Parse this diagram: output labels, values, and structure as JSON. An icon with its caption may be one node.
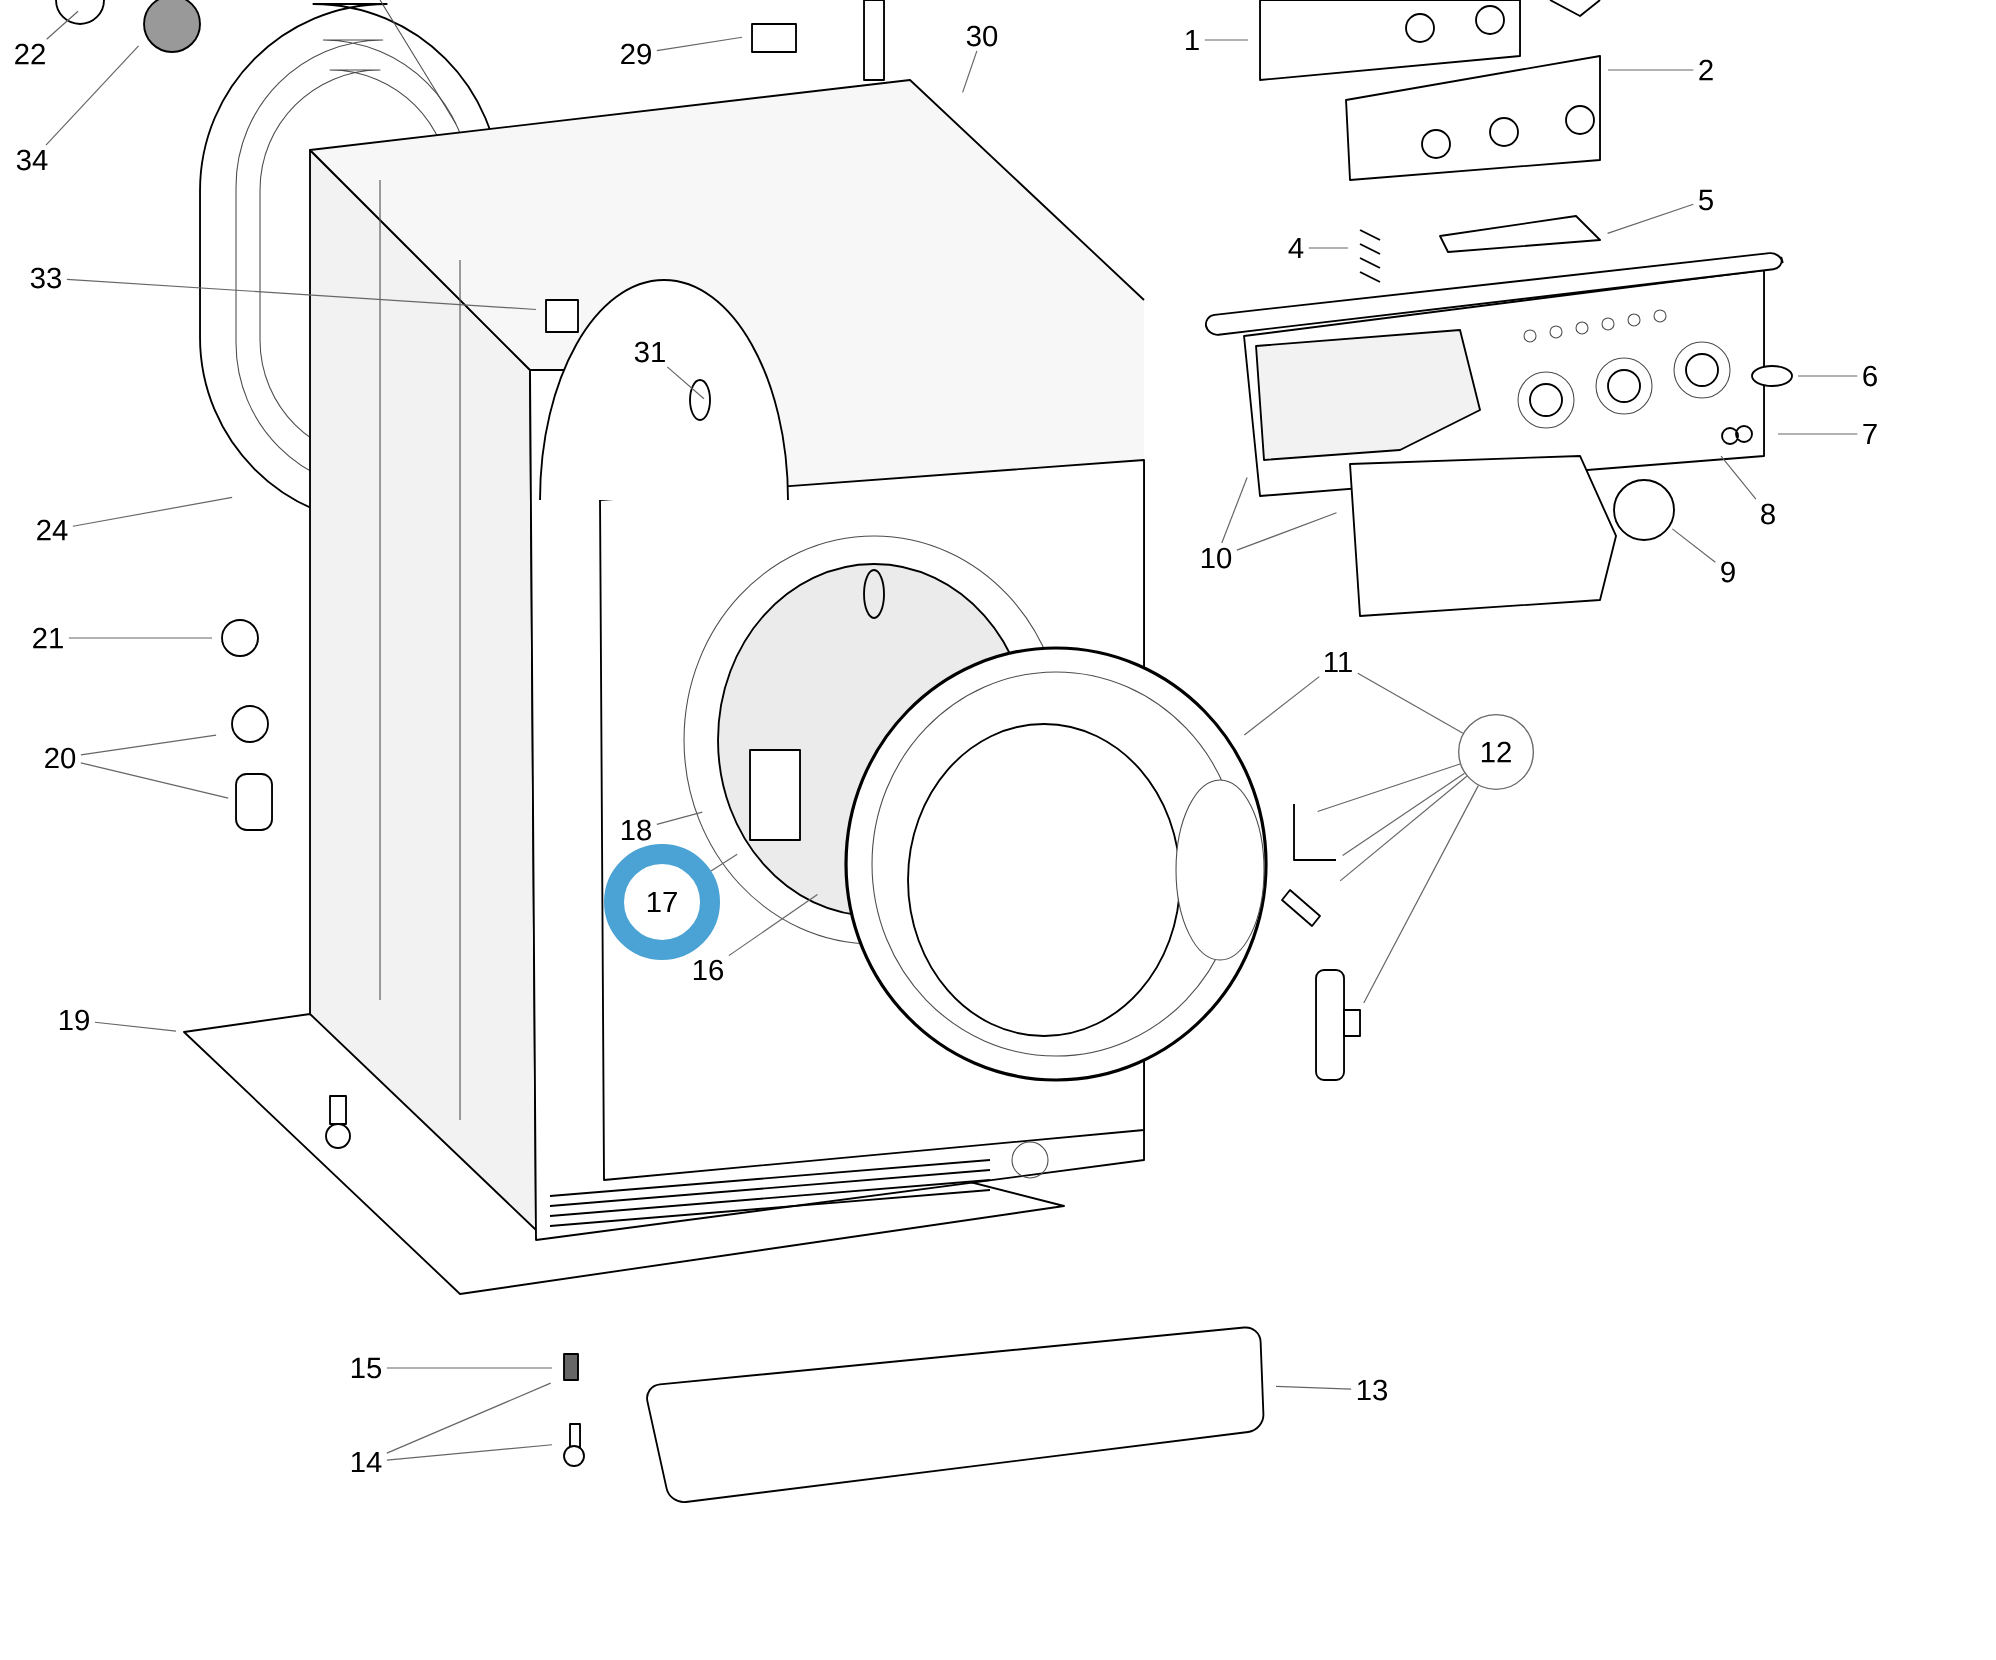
{
  "diagram": {
    "nodes": [
      {
        "text": [
          "22"
        ]
      },
      {
        "text": [
          "29"
        ]
      },
      {
        "text": [
          "30"
        ]
      },
      {
        "text": [
          "1"
        ]
      },
      {
        "text": [
          "2"
        ]
      },
      {
        "text": [
          "34"
        ]
      },
      {
        "text": [
          "5"
        ]
      },
      {
        "text": [
          "4"
        ]
      },
      {
        "text": [
          "33"
        ]
      },
      {
        "text": [
          "31"
        ]
      },
      {
        "text": [
          "6"
        ]
      },
      {
        "text": [
          "7"
        ]
      },
      {
        "text": [
          "8"
        ]
      },
      {
        "text": [
          "24"
        ]
      },
      {
        "text": [
          "10"
        ]
      },
      {
        "text": [
          "9"
        ]
      },
      {
        "text": [
          "21"
        ]
      },
      {
        "text": [
          "11"
        ]
      },
      {
        "text": [
          "12"
        ]
      },
      {
        "text": [
          "20"
        ]
      },
      {
        "text": [
          "18"
        ]
      },
      {
        "text": [
          "17"
        ]
      },
      {
        "text": [
          "16"
        ]
      },
      {
        "text": [
          "19"
        ]
      },
      {
        "text": [
          "13"
        ]
      },
      {
        "text": [
          "15"
        ]
      },
      {
        "text": [
          "14"
        ]
      }
    ],
    "edges": [
      {
        "from": 0,
        "to": null,
        "arrow": "none"
      },
      {
        "from": 1,
        "to": null,
        "arrow": "none"
      },
      {
        "from": 2,
        "to": null,
        "arrow": "none"
      },
      {
        "from": 3,
        "to": null,
        "arrow": "none"
      },
      {
        "from": 4,
        "to": null,
        "arrow": "none"
      },
      {
        "from": 5,
        "to": null,
        "arrow": "none"
      },
      {
        "from": 6,
        "to": null,
        "arrow": "none"
      },
      {
        "from": 7,
        "to": null,
        "arrow": "none"
      },
      {
        "from": 8,
        "to": null,
        "arrow": "none"
      },
      {
        "from": 9,
        "to": null,
        "arrow": "none"
      },
      {
        "from": 10,
        "to": null,
        "arrow": "none"
      },
      {
        "from": 11,
        "to": null,
        "arrow": "none"
      },
      {
        "from": 12,
        "to": null,
        "arrow": "none"
      },
      {
        "from": 13,
        "to": null,
        "arrow": "none"
      },
      {
        "from": 14,
        "to": null,
        "arrow": "none"
      },
      {
        "from": 14,
        "to": null,
        "arrow": "none"
      },
      {
        "from": 15,
        "to": null,
        "arrow": "none"
      },
      {
        "from": 16,
        "to": null,
        "arrow": "none"
      },
      {
        "from": 17,
        "to": null,
        "arrow": "none"
      },
      {
        "from": 17,
        "to": 18,
        "arrow": "none"
      },
      {
        "from": 18,
        "to": null,
        "arrow": "none"
      },
      {
        "from": 18,
        "to": null,
        "arrow": "none"
      },
      {
        "from": 18,
        "to": null,
        "arrow": "none"
      },
      {
        "from": 18,
        "to": null,
        "arrow": "none"
      },
      {
        "from": 19,
        "to": null,
        "arrow": "none"
      },
      {
        "from": 19,
        "to": null,
        "arrow": "none"
      },
      {
        "from": 20,
        "to": null,
        "arrow": "none"
      },
      {
        "from": 21,
        "to": null,
        "arrow": "none"
      },
      {
        "from": 22,
        "to": null,
        "arrow": "none"
      },
      {
        "from": 23,
        "to": null,
        "arrow": "none"
      },
      {
        "from": 24,
        "to": null,
        "arrow": "none"
      },
      {
        "from": 25,
        "to": null,
        "arrow": "none"
      },
      {
        "from": 26,
        "to": null,
        "arrow": "none"
      },
      {
        "from": 26,
        "to": null,
        "arrow": "none"
      }
    ]
  }
}
